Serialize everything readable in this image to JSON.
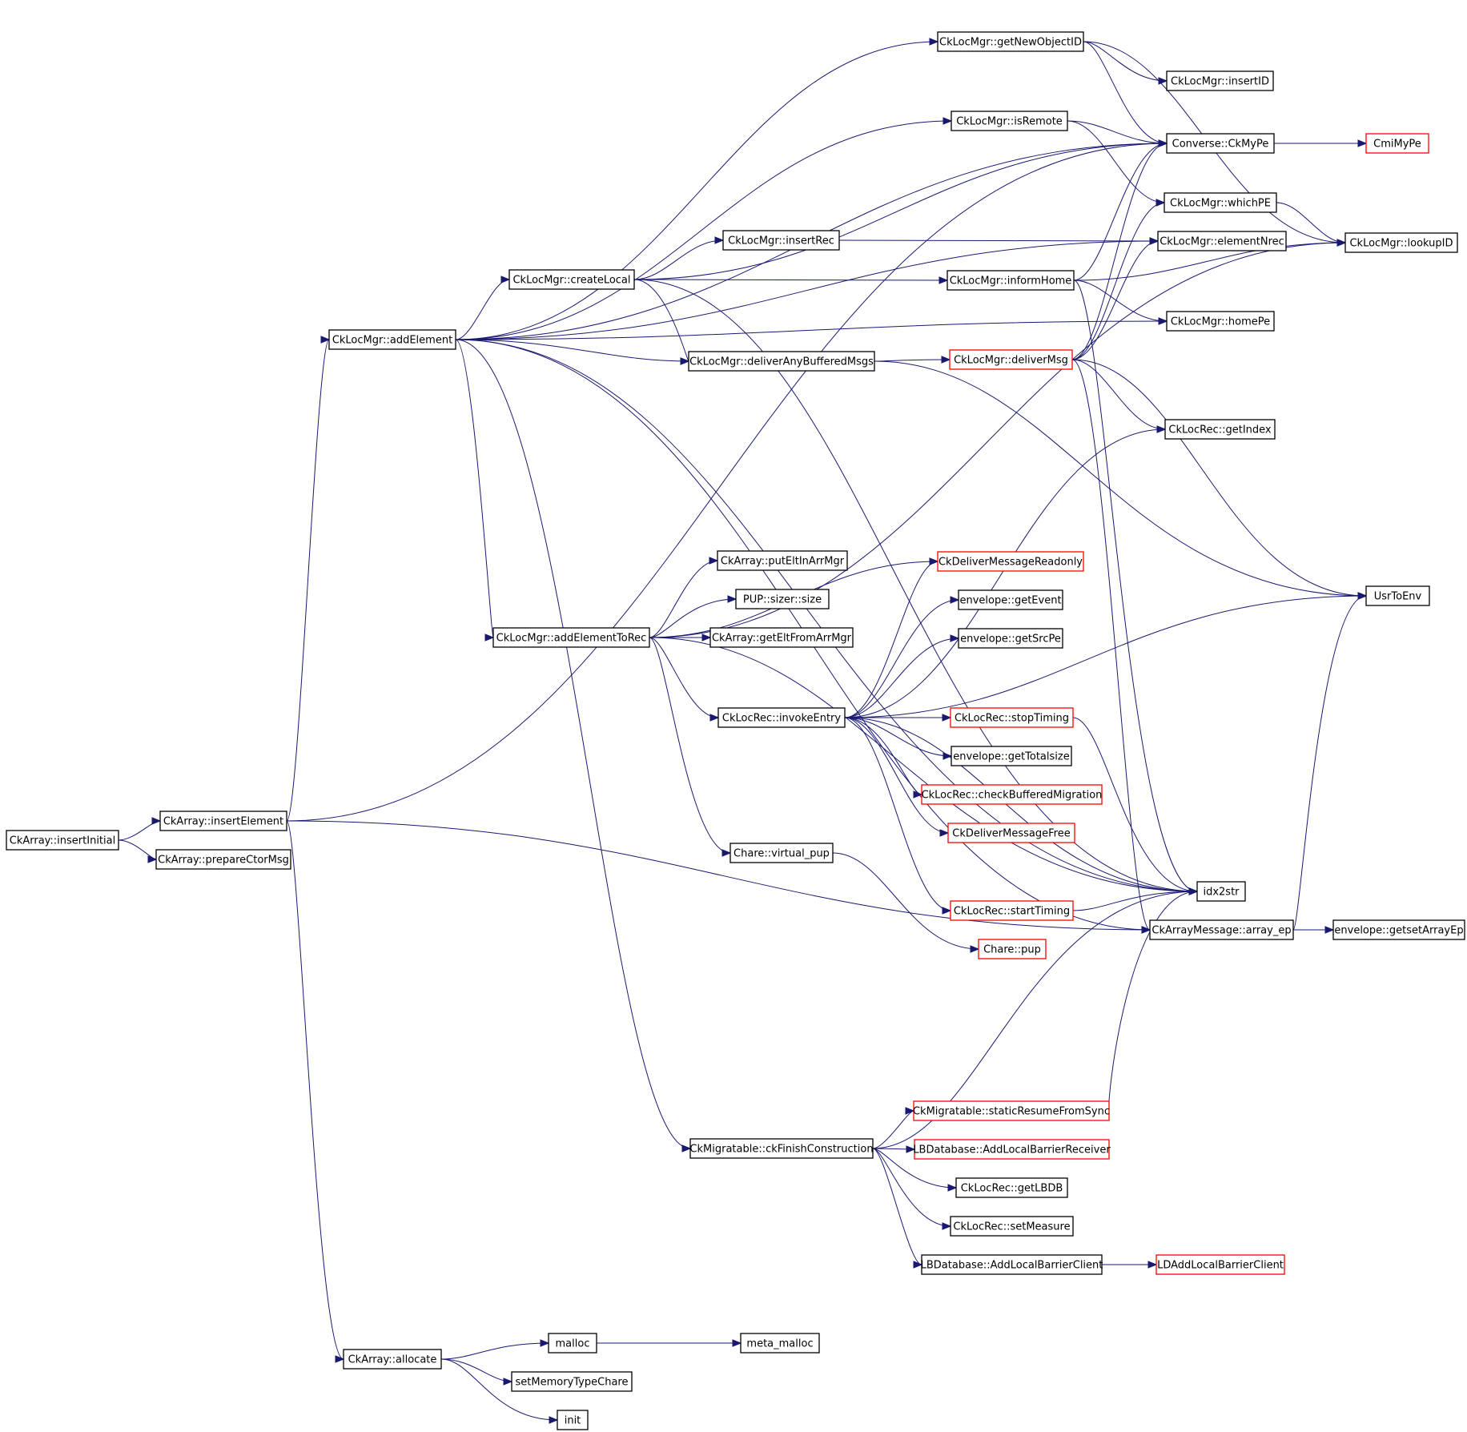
{
  "colors": {
    "edge": "#191970",
    "node_border": "#000000",
    "node_border_truncated": "#ff0000",
    "root_fill": "#bfbfbf",
    "node_fill": "#ffffff"
  },
  "nodes": [
    {
      "id": "insertInitial",
      "label": "CkArray::insertInitial",
      "root": true
    },
    {
      "id": "insertElement",
      "label": "CkArray::insertElement"
    },
    {
      "id": "prepareCtorMsg",
      "label": "CkArray::prepareCtorMsg"
    },
    {
      "id": "allocate",
      "label": "CkArray::allocate"
    },
    {
      "id": "malloc",
      "label": "malloc"
    },
    {
      "id": "meta_malloc",
      "label": "meta_malloc"
    },
    {
      "id": "setMemoryTypeChare",
      "label": "setMemoryTypeChare"
    },
    {
      "id": "init",
      "label": "init"
    },
    {
      "id": "addElement",
      "label": "CkLocMgr::addElement"
    },
    {
      "id": "createLocal",
      "label": "CkLocMgr::createLocal"
    },
    {
      "id": "insertRec",
      "label": "CkLocMgr::insertRec"
    },
    {
      "id": "deliverAnyBufferedMsgs",
      "label": "CkLocMgr::deliverAnyBufferedMsgs"
    },
    {
      "id": "getNewObjectID",
      "label": "CkLocMgr::getNewObjectID"
    },
    {
      "id": "isRemote",
      "label": "CkLocMgr::isRemote"
    },
    {
      "id": "informHome",
      "label": "CkLocMgr::informHome"
    },
    {
      "id": "deliverMsg",
      "label": "CkLocMgr::deliverMsg",
      "truncated": true
    },
    {
      "id": "insertID",
      "label": "CkLocMgr::insertID"
    },
    {
      "id": "CkMyPe",
      "label": "Converse::CkMyPe"
    },
    {
      "id": "CmiMyPe",
      "label": "CmiMyPe",
      "truncated": true
    },
    {
      "id": "whichPE",
      "label": "CkLocMgr::whichPE"
    },
    {
      "id": "elementNrec",
      "label": "CkLocMgr::elementNrec"
    },
    {
      "id": "lookupID",
      "label": "CkLocMgr::lookupID"
    },
    {
      "id": "homePe",
      "label": "CkLocMgr::homePe"
    },
    {
      "id": "getIndex",
      "label": "CkLocRec::getIndex"
    },
    {
      "id": "UsrToEnv",
      "label": "UsrToEnv"
    },
    {
      "id": "addElementToRec",
      "label": "CkLocMgr::addElementToRec"
    },
    {
      "id": "putEltInArrMgr",
      "label": "CkArray::putEltInArrMgr"
    },
    {
      "id": "sizerSize",
      "label": "PUP::sizer::size"
    },
    {
      "id": "getEltFromArrMgr",
      "label": "CkArray::getEltFromArrMgr"
    },
    {
      "id": "invokeEntry",
      "label": "CkLocRec::invokeEntry"
    },
    {
      "id": "virtual_pup",
      "label": "Chare::virtual_pup"
    },
    {
      "id": "charePup",
      "label": "Chare::pup",
      "truncated": true
    },
    {
      "id": "deliverReadonly",
      "label": "CkDeliverMessageReadonly",
      "truncated": true
    },
    {
      "id": "getEvent",
      "label": "envelope::getEvent"
    },
    {
      "id": "getSrcPe",
      "label": "envelope::getSrcPe"
    },
    {
      "id": "stopTiming",
      "label": "CkLocRec::stopTiming",
      "truncated": true
    },
    {
      "id": "getTotalsize",
      "label": "envelope::getTotalsize"
    },
    {
      "id": "checkBufferedMigration",
      "label": "CkLocRec::checkBufferedMigration",
      "truncated": true
    },
    {
      "id": "deliverFree",
      "label": "CkDeliverMessageFree",
      "truncated": true
    },
    {
      "id": "idx2str",
      "label": "idx2str"
    },
    {
      "id": "startTiming",
      "label": "CkLocRec::startTiming",
      "truncated": true
    },
    {
      "id": "array_ep",
      "label": "CkArrayMessage::array_ep"
    },
    {
      "id": "getsetArrayEp",
      "label": "envelope::getsetArrayEp"
    },
    {
      "id": "ckFinishConstruction",
      "label": "CkMigratable::ckFinishConstruction"
    },
    {
      "id": "staticResumeFromSync",
      "label": "CkMigratable::staticResumeFromSync",
      "truncated": true
    },
    {
      "id": "AddLocalBarrierReceiver",
      "label": "LBDatabase::AddLocalBarrierReceiver",
      "truncated": true
    },
    {
      "id": "getLBDB",
      "label": "CkLocRec::getLBDB"
    },
    {
      "id": "setMeasure",
      "label": "CkLocRec::setMeasure"
    },
    {
      "id": "AddLocalBarrierClient",
      "label": "LBDatabase::AddLocalBarrierClient"
    },
    {
      "id": "LDAddLocalBarrierClient",
      "label": "LDAddLocalBarrierClient",
      "truncated": true
    }
  ],
  "edges": [
    [
      "insertInitial",
      "insertElement"
    ],
    [
      "insertInitial",
      "prepareCtorMsg"
    ],
    [
      "insertElement",
      "addElement"
    ],
    [
      "insertElement",
      "CkMyPe"
    ],
    [
      "insertElement",
      "allocate"
    ],
    [
      "insertElement",
      "array_ep"
    ],
    [
      "allocate",
      "malloc"
    ],
    [
      "allocate",
      "setMemoryTypeChare"
    ],
    [
      "allocate",
      "init"
    ],
    [
      "malloc",
      "meta_malloc"
    ],
    [
      "addElement",
      "getNewObjectID"
    ],
    [
      "addElement",
      "isRemote"
    ],
    [
      "addElement",
      "CkMyPe"
    ],
    [
      "addElement",
      "createLocal"
    ],
    [
      "addElement",
      "elementNrec"
    ],
    [
      "addElement",
      "homePe"
    ],
    [
      "addElement",
      "deliverAnyBufferedMsgs"
    ],
    [
      "addElement",
      "addElementToRec"
    ],
    [
      "addElement",
      "ckFinishConstruction"
    ],
    [
      "addElement",
      "idx2str"
    ],
    [
      "addElement",
      "array_ep"
    ],
    [
      "createLocal",
      "insertRec"
    ],
    [
      "createLocal",
      "informHome"
    ],
    [
      "createLocal",
      "deliverAnyBufferedMsgs"
    ],
    [
      "createLocal",
      "CkMyPe"
    ],
    [
      "createLocal",
      "idx2str"
    ],
    [
      "insertRec",
      "elementNrec"
    ],
    [
      "getNewObjectID",
      "insertID"
    ],
    [
      "getNewObjectID",
      "CkMyPe"
    ],
    [
      "getNewObjectID",
      "lookupID"
    ],
    [
      "isRemote",
      "CkMyPe"
    ],
    [
      "isRemote",
      "whichPE"
    ],
    [
      "informHome",
      "CkMyPe"
    ],
    [
      "informHome",
      "homePe"
    ],
    [
      "informHome",
      "lookupID"
    ],
    [
      "informHome",
      "idx2str"
    ],
    [
      "deliverAnyBufferedMsgs",
      "deliverMsg"
    ],
    [
      "deliverAnyBufferedMsgs",
      "UsrToEnv"
    ],
    [
      "deliverMsg",
      "CkMyPe"
    ],
    [
      "deliverMsg",
      "whichPE"
    ],
    [
      "deliverMsg",
      "elementNrec"
    ],
    [
      "deliverMsg",
      "getIndex"
    ],
    [
      "deliverMsg",
      "UsrToEnv"
    ],
    [
      "deliverMsg",
      "array_ep"
    ],
    [
      "CkMyPe",
      "CmiMyPe"
    ],
    [
      "whichPE",
      "lookupID"
    ],
    [
      "addElementToRec",
      "putEltInArrMgr"
    ],
    [
      "addElementToRec",
      "sizerSize"
    ],
    [
      "addElementToRec",
      "getEltFromArrMgr"
    ],
    [
      "addElementToRec",
      "invokeEntry"
    ],
    [
      "addElementToRec",
      "virtual_pup"
    ],
    [
      "addElementToRec",
      "lookupID"
    ],
    [
      "addElementToRec",
      "deliverReadonly"
    ],
    [
      "addElementToRec",
      "idx2str"
    ],
    [
      "invokeEntry",
      "getIndex"
    ],
    [
      "invokeEntry",
      "deliverReadonly"
    ],
    [
      "invokeEntry",
      "getEvent"
    ],
    [
      "invokeEntry",
      "getSrcPe"
    ],
    [
      "invokeEntry",
      "UsrToEnv"
    ],
    [
      "invokeEntry",
      "stopTiming"
    ],
    [
      "invokeEntry",
      "getTotalsize"
    ],
    [
      "invokeEntry",
      "checkBufferedMigration"
    ],
    [
      "invokeEntry",
      "deliverFree"
    ],
    [
      "invokeEntry",
      "idx2str"
    ],
    [
      "invokeEntry",
      "startTiming"
    ],
    [
      "stopTiming",
      "idx2str"
    ],
    [
      "startTiming",
      "idx2str"
    ],
    [
      "virtual_pup",
      "charePup"
    ],
    [
      "array_ep",
      "getsetArrayEp"
    ],
    [
      "array_ep",
      "UsrToEnv"
    ],
    [
      "ckFinishConstruction",
      "staticResumeFromSync"
    ],
    [
      "ckFinishConstruction",
      "AddLocalBarrierReceiver"
    ],
    [
      "ckFinishConstruction",
      "getLBDB"
    ],
    [
      "ckFinishConstruction",
      "setMeasure"
    ],
    [
      "ckFinishConstruction",
      "AddLocalBarrierClient"
    ],
    [
      "ckFinishConstruction",
      "idx2str"
    ],
    [
      "staticResumeFromSync",
      "idx2str"
    ],
    [
      "AddLocalBarrierClient",
      "LDAddLocalBarrierClient"
    ]
  ]
}
